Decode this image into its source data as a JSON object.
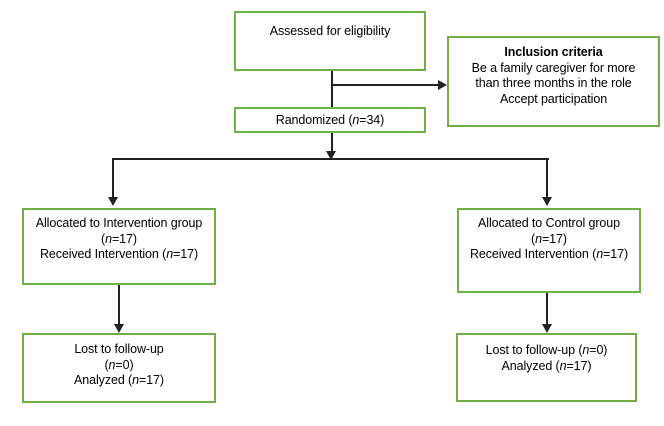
{
  "colors": {
    "box_border": "#70AD47",
    "line_color": "#222222"
  },
  "diagram": {
    "assessed": {
      "lines": [
        "Assessed for eligibility"
      ]
    },
    "inclusion": {
      "title": "Inclusion criteria",
      "lines": [
        "Be a family caregiver for more",
        "than three months in the role",
        "Accept participation"
      ]
    },
    "randomized": {
      "lines": [
        "Randomized (n=34)"
      ]
    },
    "allocated_intervention": {
      "lines": [
        "Allocated to Intervention group",
        "(n=17)",
        "Received Intervention (n=17)"
      ]
    },
    "allocated_control": {
      "lines": [
        "Allocated to Control group",
        "(n=17)",
        "Received Intervention (n=17)"
      ]
    },
    "lost_intervention": {
      "lines": [
        "Lost to follow-up",
        "(n=0)",
        "Analyzed (n=17)"
      ]
    },
    "lost_control": {
      "lines": [
        "Lost to follow-up (n=0)",
        "Analyzed (n=17)"
      ]
    }
  }
}
